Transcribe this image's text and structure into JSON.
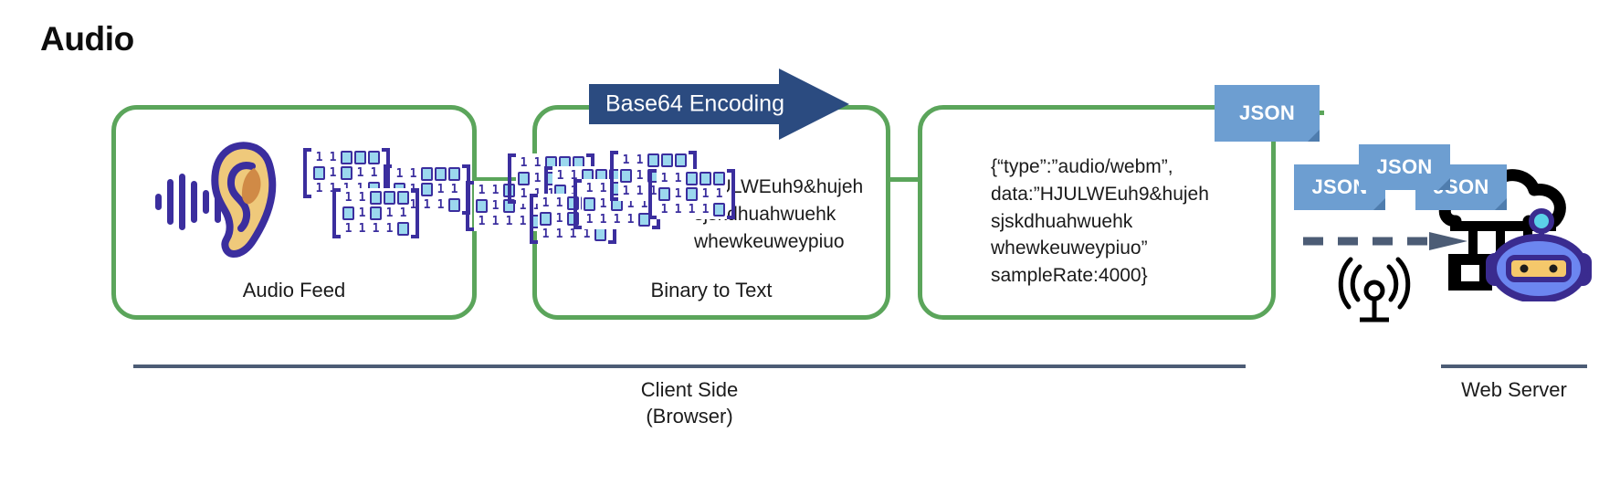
{
  "page": {
    "title": "Audio",
    "background": "#ffffff"
  },
  "colors": {
    "stage_border_green": "#5BA55B",
    "arrow_navy": "#2B4B80",
    "json_blue": "#6D9ED1",
    "json_blue_fold": "#4F7DAE",
    "binary_purple": "#3B2E9E",
    "binary_zero_fill": "#9BD8EE",
    "bracket_slate": "#4C5C75",
    "ear_skin": "#EFC97B",
    "ear_inner": "#D08A46",
    "robot_body": "#6C86F0",
    "robot_outline": "#3A2B8F",
    "robot_visor": "#F5C86B",
    "robot_dot": "#5BD1E8"
  },
  "stages": [
    {
      "id": "audio-feed",
      "label": "Audio Feed",
      "icon": "ear-with-soundwave-icon"
    },
    {
      "id": "binary-to-text",
      "label": "Binary to Text",
      "text": "HJULWEuh9&hujeh\nsjskdhuahwuehk\nwhewkeuweypiuo"
    },
    {
      "id": "json-payload",
      "label": "",
      "text": "{“type”:”audio/webm”,\ndata:”HJULWEuh9&hujeh\nsjskdhuahwuehk\nwhewkeuweypiuo”\nsampleRate:4000}"
    }
  ],
  "arrow_banner": {
    "label": "Base64 Encoding"
  },
  "binary_blocks": {
    "rows": [
      "11000",
      "01011",
      "11110"
    ],
    "count": 10
  },
  "json_cards": [
    {
      "id": "json-card-main",
      "label": "JSON"
    },
    {
      "id": "json-card-a",
      "label": "JSON"
    },
    {
      "id": "json-card-b",
      "label": "JSON"
    },
    {
      "id": "json-card-c",
      "label": "JSON"
    }
  ],
  "brackets": [
    {
      "id": "client",
      "label": "Client Side\n(Browser)"
    },
    {
      "id": "server",
      "label": "Web Server"
    }
  ],
  "icons": {
    "antenna": "wireless-antenna-icon",
    "robot": "cloud-server-robot-icon",
    "transfer": "dashed-transfer-arrow-icon"
  }
}
